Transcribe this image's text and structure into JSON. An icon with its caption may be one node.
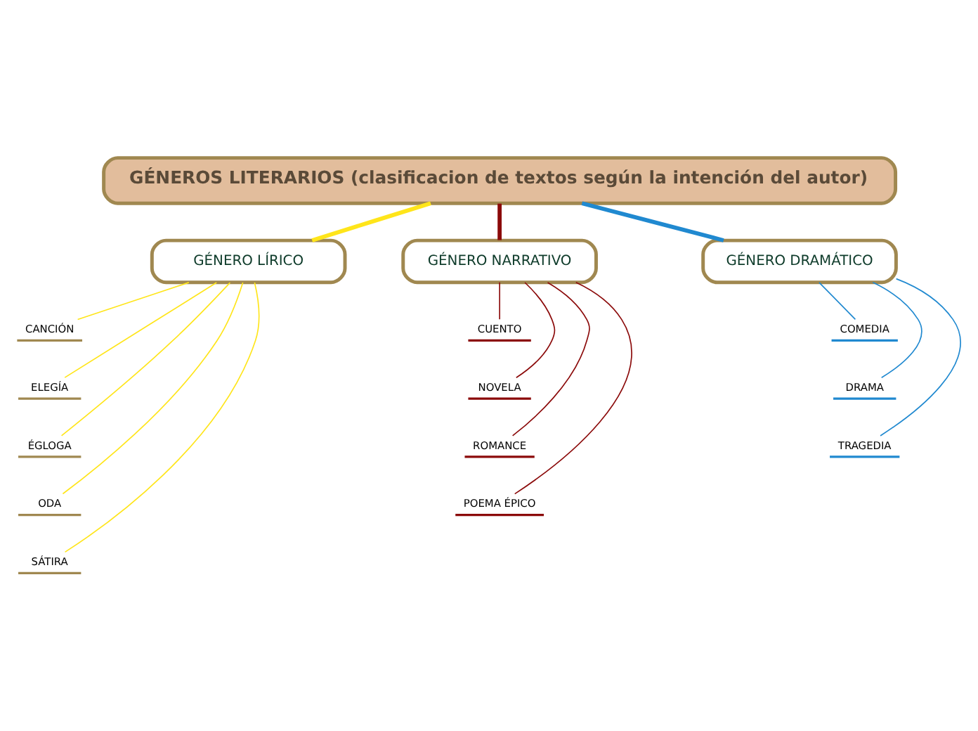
{
  "diagram": {
    "nodes": [
      {
        "text": [
          "GÉNEROS LITERARIOS (clasificacion de textos según la intención del autor)"
        ]
      },
      {
        "text": [
          "GÉNERO LÍRICO"
        ]
      },
      {
        "text": [
          "CANCIÓN"
        ]
      },
      {
        "text": [
          "ELEGÍA"
        ]
      },
      {
        "text": [
          "ÉGLOGA"
        ]
      },
      {
        "text": [
          "ODA"
        ]
      },
      {
        "text": [
          "SÁTIRA"
        ]
      },
      {
        "text": [
          "GÉNERO NARRATIVO"
        ]
      },
      {
        "text": [
          "CUENTO"
        ]
      },
      {
        "text": [
          "NOVELA"
        ]
      },
      {
        "text": [
          "ROMANCE"
        ]
      },
      {
        "text": [
          "POEMA ÉPICO"
        ]
      },
      {
        "text": [
          "GÉNERO DRAMÁTICO"
        ]
      },
      {
        "text": [
          "COMEDIA"
        ]
      },
      {
        "text": [
          "DRAMA"
        ]
      },
      {
        "text": [
          "TRAGEDIA"
        ]
      }
    ],
    "edges": [
      {
        "from": 0,
        "to": 1,
        "arrow": "none",
        "style": "thick",
        "color": "#ffe51a"
      },
      {
        "from": 0,
        "to": 7,
        "arrow": "none",
        "style": "thick",
        "color": "#8b0a0a"
      },
      {
        "from": 0,
        "to": 12,
        "arrow": "none",
        "style": "thick",
        "color": "#2089d0"
      },
      {
        "from": 1,
        "to": 2,
        "arrow": "none",
        "color": "#ffe51a"
      },
      {
        "from": 1,
        "to": 3,
        "arrow": "none",
        "color": "#ffe51a"
      },
      {
        "from": 1,
        "to": 4,
        "arrow": "none",
        "color": "#ffe51a"
      },
      {
        "from": 1,
        "to": 5,
        "arrow": "none",
        "color": "#ffe51a"
      },
      {
        "from": 1,
        "to": 6,
        "arrow": "none",
        "color": "#ffe51a"
      },
      {
        "from": 7,
        "to": 8,
        "arrow": "none",
        "color": "#8b0a0a"
      },
      {
        "from": 7,
        "to": 9,
        "arrow": "none",
        "color": "#8b0a0a"
      },
      {
        "from": 7,
        "to": 10,
        "arrow": "none",
        "color": "#8b0a0a"
      },
      {
        "from": 7,
        "to": 11,
        "arrow": "none",
        "color": "#8b0a0a"
      },
      {
        "from": 12,
        "to": 13,
        "arrow": "none",
        "color": "#2089d0"
      },
      {
        "from": 12,
        "to": 14,
        "arrow": "none",
        "color": "#2089d0"
      },
      {
        "from": 12,
        "to": 15,
        "arrow": "none",
        "color": "#2089d0"
      }
    ]
  }
}
